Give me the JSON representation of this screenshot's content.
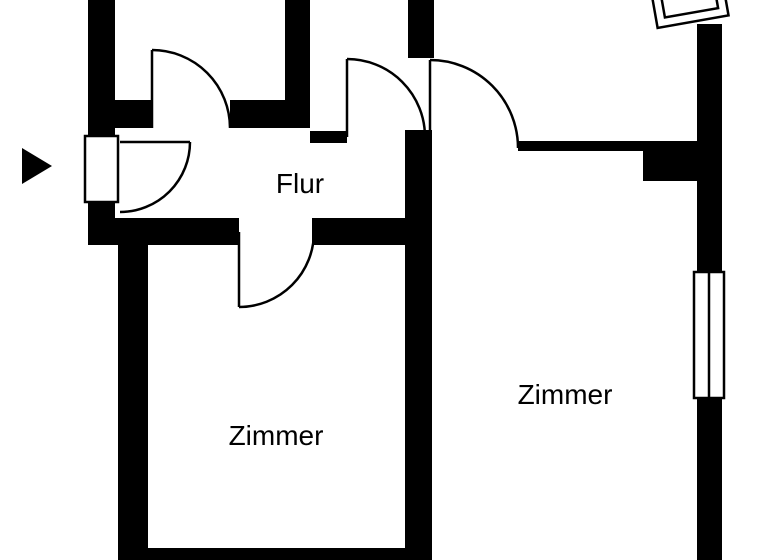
{
  "title": "apartment-floor-plan",
  "colors": {
    "wall": "#000000",
    "line": "#000000",
    "background": "#ffffff"
  },
  "rooms": [
    {
      "label": "Flur"
    },
    {
      "label": "Zimmer"
    },
    {
      "label": "Zimmer"
    }
  ],
  "symbols": {
    "entrance_arrow": "▶",
    "door_swing": "quarter-circle-arc",
    "window": "double-line-window"
  }
}
